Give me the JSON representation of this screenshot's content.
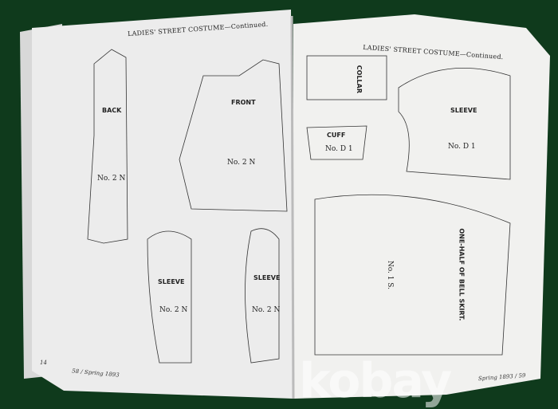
{
  "left_page": {
    "header": "LADIES' STREET COSTUME—Continued.",
    "labels": {
      "back": "BACK",
      "back_no": "No. 2 N",
      "front": "FRONT",
      "front_no": "No. 2 N",
      "sleeve1": "SLEEVE",
      "sleeve1_no": "No. 2 N",
      "sleeve2": "SLEEVE",
      "sleeve2_no": "No. 2 N"
    },
    "edge_mark": "14",
    "footer": "58 / Spring 1893"
  },
  "right_page": {
    "header": "LADIES' STREET COSTUME—Continued.",
    "labels": {
      "collar": "COLLAR",
      "cuff": "CUFF",
      "cuff_no": "No. D 1",
      "sleeve": "SLEEVE",
      "sleeve_no": "No. D 1",
      "skirt_no": "No. 1 S.",
      "skirt": "ONE-HALF OF BELL SKIRT."
    },
    "footer": "Spring 1893 / 59"
  },
  "watermark": "kobay"
}
